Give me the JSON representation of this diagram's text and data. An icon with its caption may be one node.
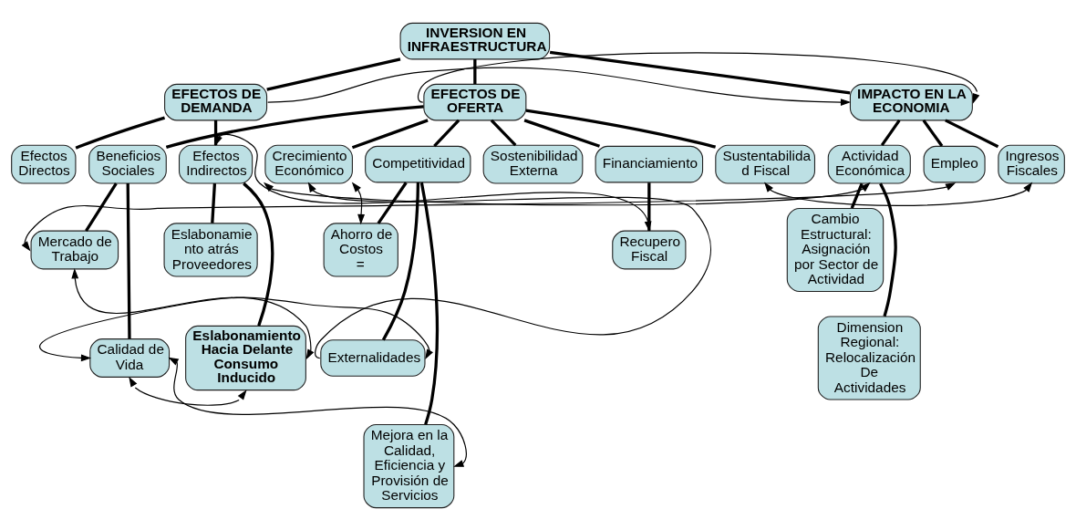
{
  "diagram": {
    "nodes": [
      {
        "text": [
          "INVERSION EN INFRAESTRUCTURA"
        ]
      },
      {
        "text": [
          "EFECTOS DE DEMANDA"
        ]
      },
      {
        "text": [
          "IMPACTO EN LA ECONOMIA"
        ]
      },
      {
        "text": [
          "EFECTOS DE OFERTA"
        ]
      },
      {
        "text": [
          "Efectos Directos"
        ]
      },
      {
        "text": [
          "Efectos Indirectos"
        ]
      },
      {
        "text": [
          "Actividad Económica"
        ]
      },
      {
        "text": [
          "Empleo"
        ]
      },
      {
        "text": [
          "Ingresos Fiscales"
        ]
      },
      {
        "text": [
          "Crecimiento Económico"
        ]
      },
      {
        "text": [
          "Competitividad"
        ]
      },
      {
        "text": [
          "Sostenibilidad Externa"
        ]
      },
      {
        "text": [
          "Sustentabilida d Fiscal"
        ]
      },
      {
        "text": [
          "Beneficios Sociales"
        ]
      },
      {
        "text": [
          "Financiamiento"
        ]
      },
      {
        "text": [
          "Eslabonamie nto atrás Proveedores"
        ]
      },
      {
        "text": [
          "Eslabonamiento Hacia Delante Consumo Inducido"
        ]
      },
      {
        "text": [
          "Cambio Estructural: Asignación por Sector de Actividad"
        ]
      },
      {
        "text": [
          "Dimension Regional: Relocalización De Actividades"
        ]
      },
      {
        "text": [
          "Ahorro de Costos",
          "="
        ]
      },
      {
        "text": [
          "Mercado de Trabajo"
        ]
      },
      {
        "text": [
          "Recupero Fiscal"
        ]
      },
      {
        "text": [
          "Externalidades"
        ]
      },
      {
        "text": [
          "Calidad de Vida"
        ]
      },
      {
        "text": [
          "Mejora en la Calidad, Eficiencia y Provisión de Servicios"
        ]
      }
    ],
    "edges": [
      {
        "from": 0,
        "to": 1,
        "arrow": "none"
      },
      {
        "from": 0,
        "to": 2,
        "arrow": "none"
      },
      {
        "from": 0,
        "to": 3,
        "arrow": "none"
      },
      {
        "from": 1,
        "to": 4,
        "arrow": "none"
      },
      {
        "from": 1,
        "to": 5,
        "arrow": "none"
      },
      {
        "from": 2,
        "to": 6,
        "arrow": "none"
      },
      {
        "from": 2,
        "to": 7,
        "arrow": "none"
      },
      {
        "from": 2,
        "to": 8,
        "arrow": "none"
      },
      {
        "from": 3,
        "to": 9,
        "arrow": "none"
      },
      {
        "from": 3,
        "to": 10,
        "arrow": "none"
      },
      {
        "from": 3,
        "to": 11,
        "arrow": "none"
      },
      {
        "from": 3,
        "to": 12,
        "arrow": "none"
      },
      {
        "from": 3,
        "to": 13,
        "arrow": "none"
      },
      {
        "from": 3,
        "to": 14,
        "arrow": "none"
      },
      {
        "from": 5,
        "to": 15,
        "arrow": "none"
      },
      {
        "from": 5,
        "to": 16,
        "arrow": "none"
      },
      {
        "from": 6,
        "to": 17,
        "arrow": "none"
      },
      {
        "from": 6,
        "to": 18,
        "arrow": "none"
      },
      {
        "from": 10,
        "to": 19,
        "arrow": "none"
      },
      {
        "from": 10,
        "to": 22,
        "arrow": "none"
      },
      {
        "from": 10,
        "to": 24,
        "arrow": "none"
      },
      {
        "from": 13,
        "to": 20,
        "arrow": "none"
      },
      {
        "from": 13,
        "to": 23,
        "arrow": "none"
      },
      {
        "from": 14,
        "to": 21,
        "arrow": "none"
      },
      {
        "from": 1,
        "to": 2,
        "arrow": "to"
      },
      {
        "from": 3,
        "to": 2,
        "arrow": "to"
      },
      {
        "from": 21,
        "to": 5,
        "arrow": "both"
      },
      {
        "from": 9,
        "to": 6,
        "arrow": "both"
      },
      {
        "from": 9,
        "to": 19,
        "arrow": "both"
      },
      {
        "from": 8,
        "to": 12,
        "arrow": "both"
      },
      {
        "from": 22,
        "to": 9,
        "arrow": "to"
      },
      {
        "from": 7,
        "to": 20,
        "arrow": "both"
      },
      {
        "from": 16,
        "to": 20,
        "arrow": "both"
      },
      {
        "from": 16,
        "to": 23,
        "arrow": "both"
      },
      {
        "from": 22,
        "to": 23,
        "arrow": "both"
      },
      {
        "from": 24,
        "to": 23,
        "arrow": "both"
      }
    ]
  }
}
